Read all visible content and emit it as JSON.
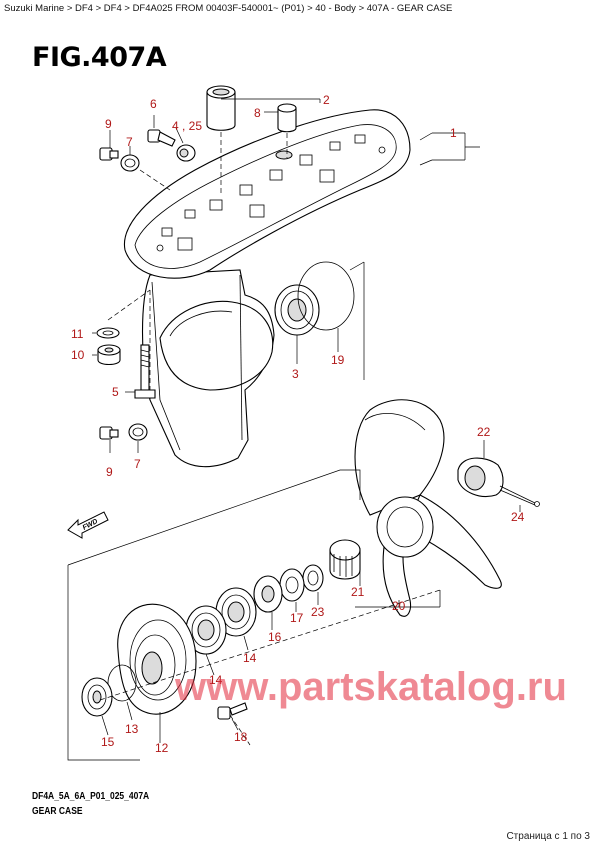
{
  "breadcrumb": "Suzuki Marine > DF4 > DF4 > DF4A025 FROM 00403F-540001~ (P01) > 40 - Body > 407A - GEAR CASE",
  "figure": {
    "title": "FIG.407A",
    "code": "DF4A_5A_6A_P01_025_407A",
    "caption": "GEAR CASE",
    "fwd_label": "FWD"
  },
  "callouts": {
    "c1": "1",
    "c2": "2",
    "c3": "3",
    "c4_25": "4 , 25",
    "c5": "5",
    "c6": "6",
    "c7a": "7",
    "c7b": "7",
    "c8": "8",
    "c9a": "9",
    "c9b": "9",
    "c10": "10",
    "c11": "11",
    "c12": "12",
    "c13": "13",
    "c14a": "14",
    "c14b": "14",
    "c15": "15",
    "c16": "16",
    "c17": "17",
    "c18": "18",
    "c19": "19",
    "c20": "20",
    "c21": "21",
    "c22": "22",
    "c23": "23",
    "c24": "24"
  },
  "watermark": "www.partskatalog.ru",
  "footer": "Страница с 1 по 3",
  "colors": {
    "callout": "#b01818",
    "watermark": "#e2283a"
  }
}
